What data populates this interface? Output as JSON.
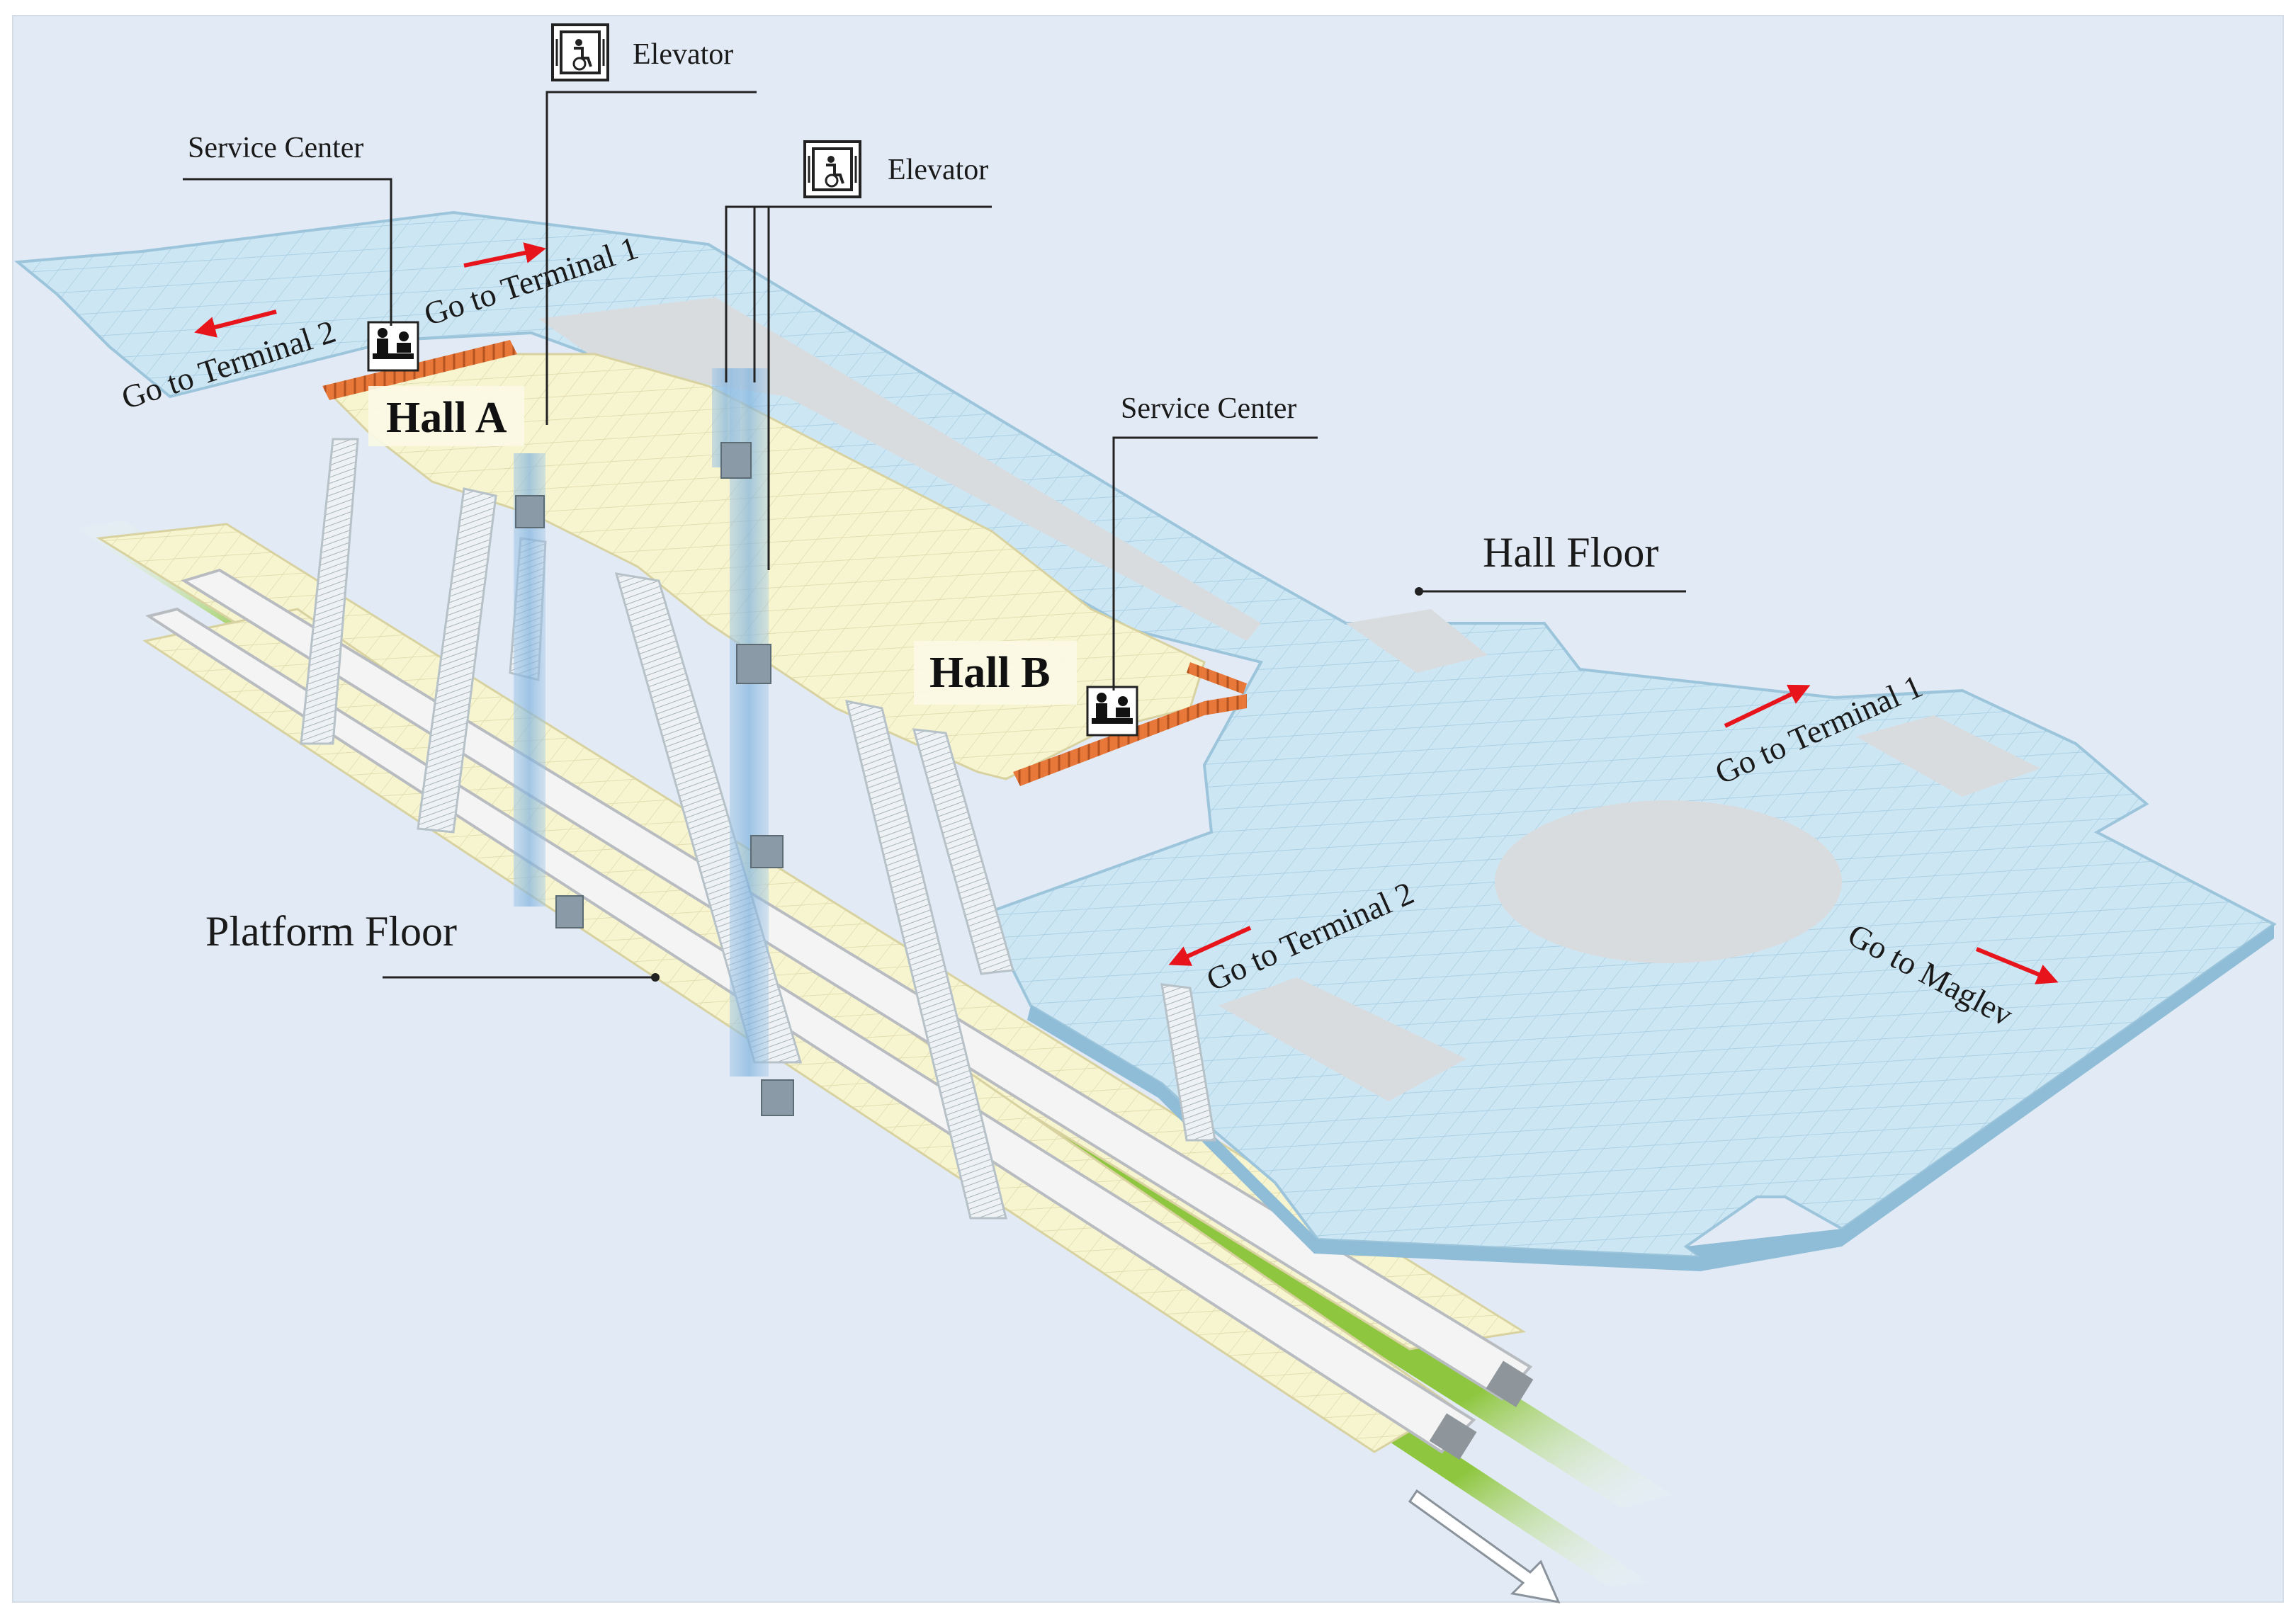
{
  "labels": {
    "elevator_top": "Elevator",
    "elevator_mid": "Elevator",
    "service_center_a": "Service Center",
    "service_center_b": "Service Center",
    "hall_a": "Hall A",
    "hall_b": "Hall B",
    "hall_floor": "Hall Floor",
    "platform_floor": "Platform Floor"
  },
  "directions": {
    "top_terminal1": "Go to Terminal 1",
    "top_terminal2": "Go to Terminal 2",
    "right_terminal1": "Go to Terminal 1",
    "right_terminal2": "Go to Terminal 2",
    "maglev": "Go to Maglev"
  },
  "icons": [
    "elevator-icon",
    "service-center-icon",
    "direction-arrow-icon"
  ],
  "colors": {
    "background": "#e2ebf5",
    "hall_floor": "#cde6f3",
    "concourse": "#f7f5d0",
    "platform": "#f6f2c8",
    "track": "#8ec63f",
    "arrow": "#e8141b",
    "barrier": "#e8773a",
    "gray_zone": "#d9dcdf"
  }
}
